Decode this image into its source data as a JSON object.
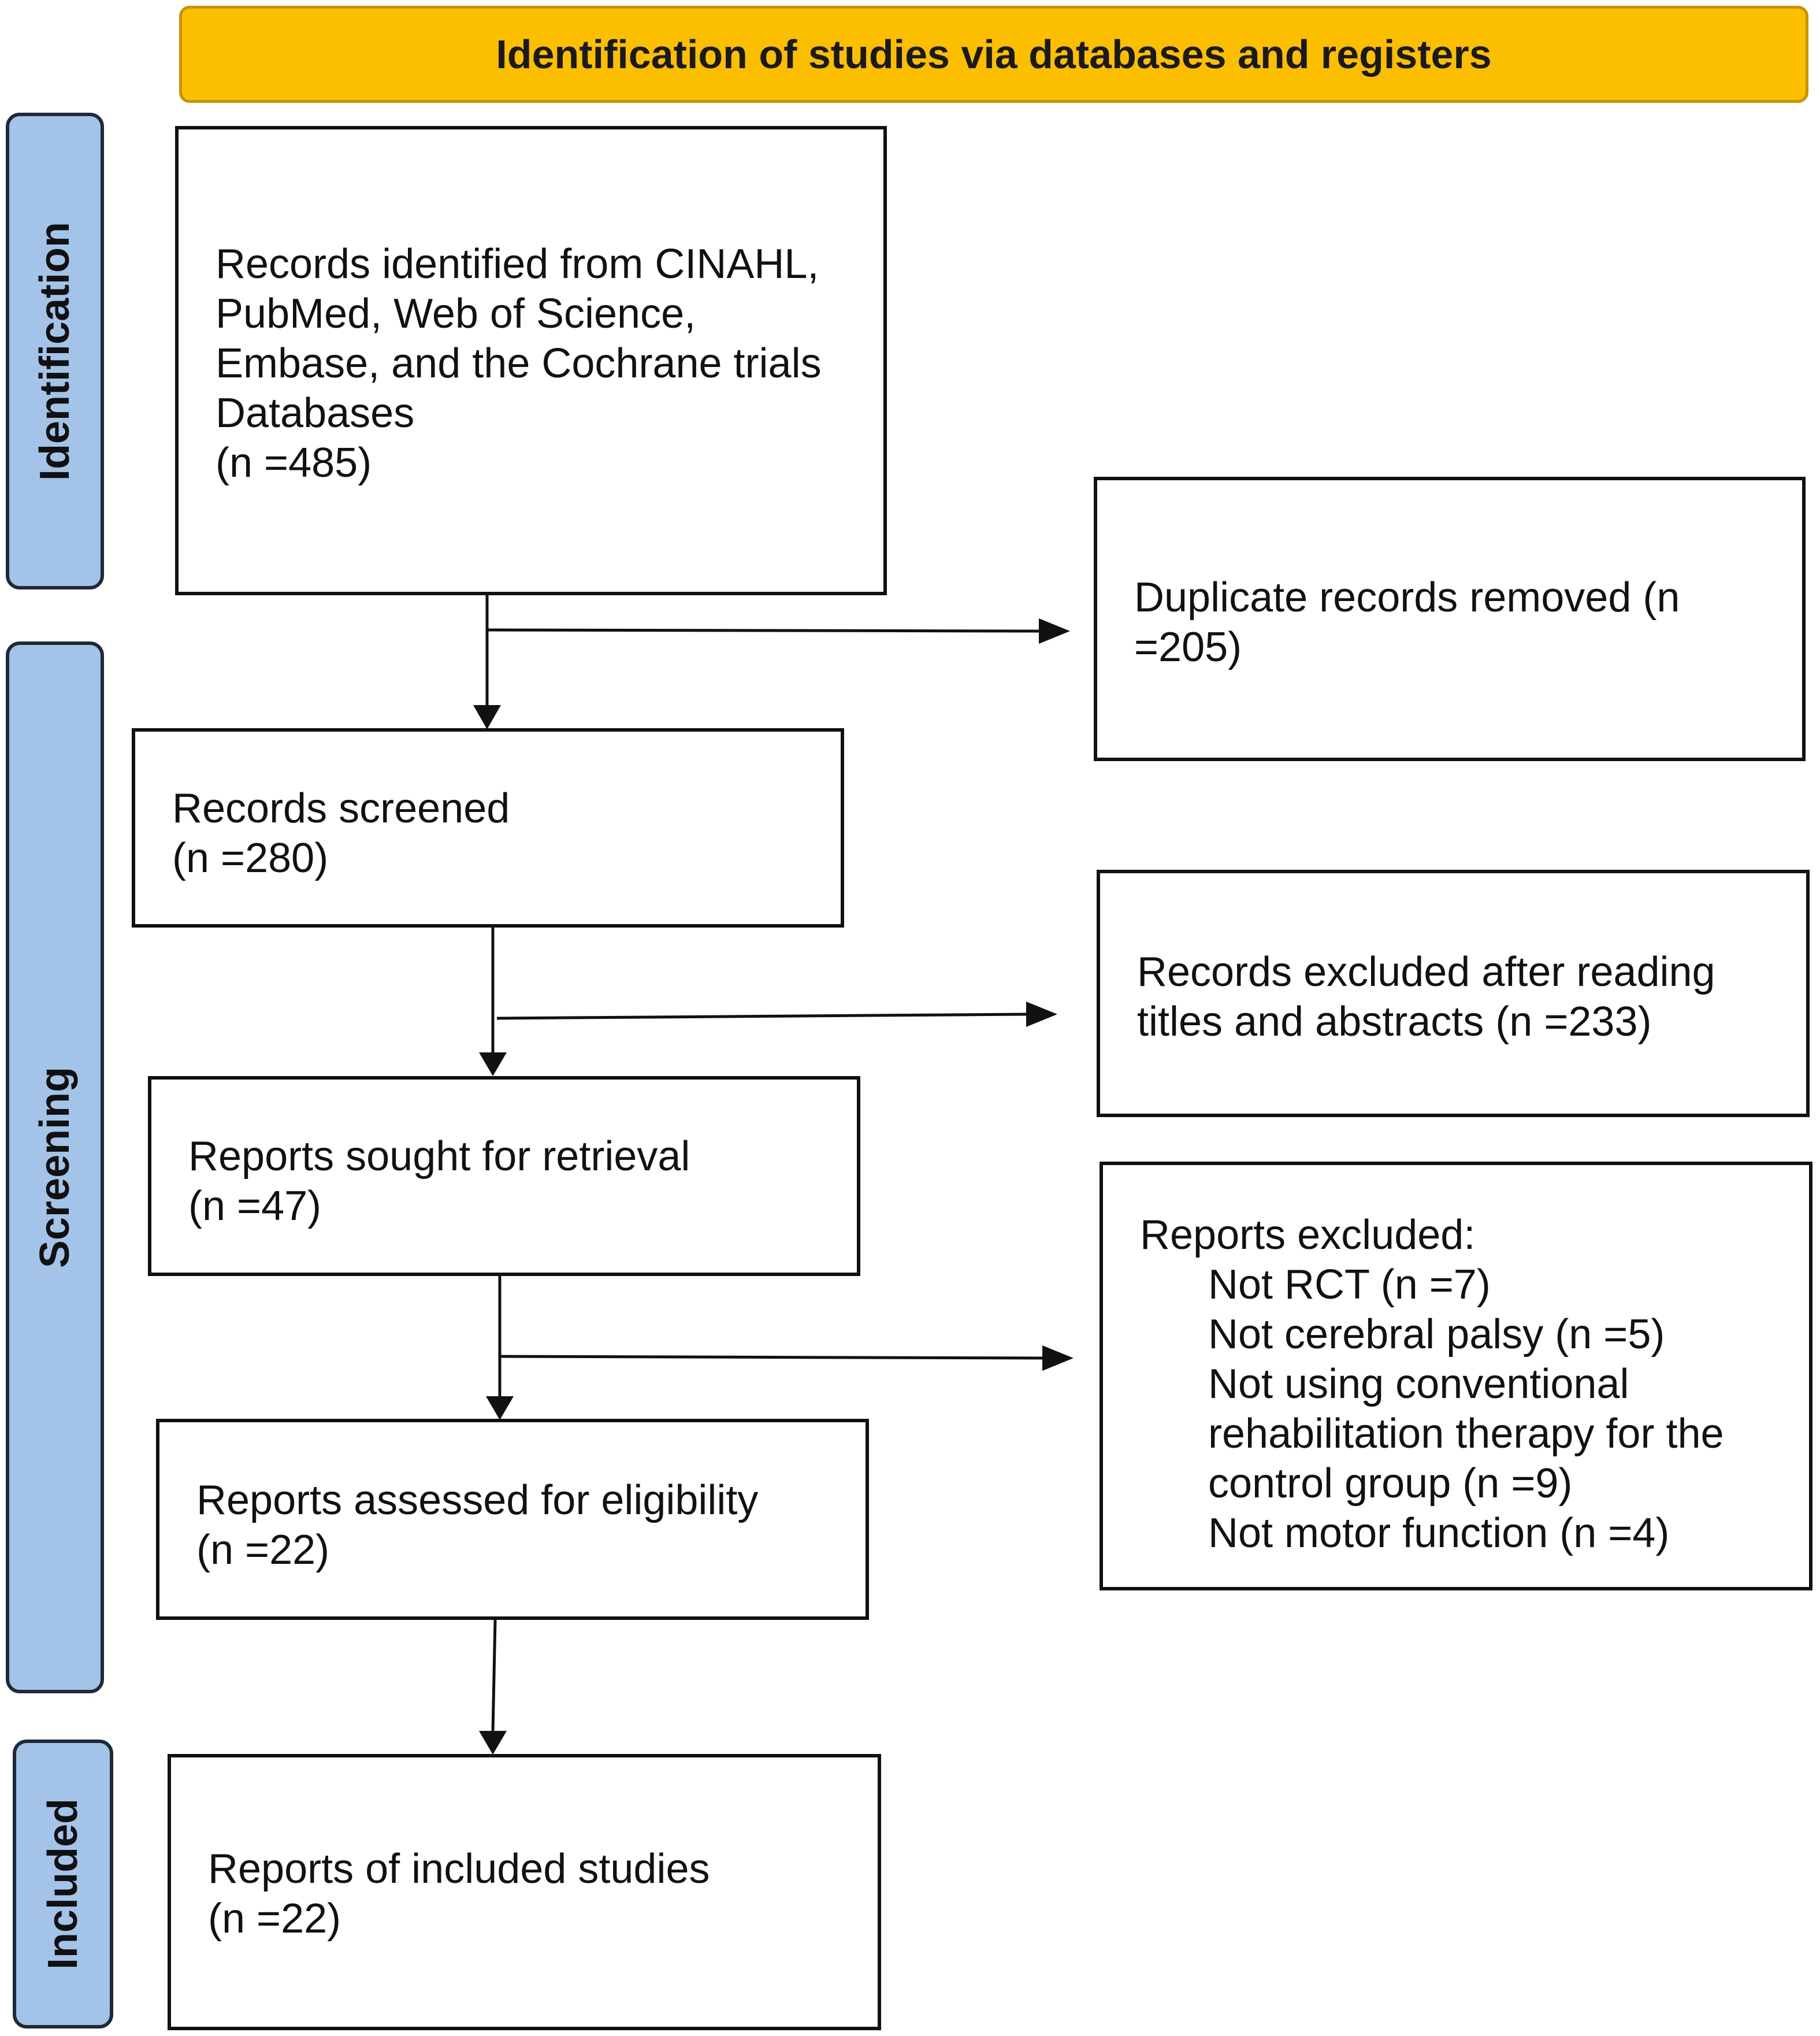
{
  "header": {
    "title": "Identification of studies via databases and registers"
  },
  "phases": {
    "identification": "Identification",
    "screening": "Screening",
    "included": "Included"
  },
  "boxes": {
    "records_identified": {
      "lines": [
        "Records identified from CINAHL,",
        "PubMed, Web of Science,",
        "Embase, and the Cochrane trials",
        "Databases",
        "(n =485)"
      ]
    },
    "duplicates_removed": {
      "lines": [
        "Duplicate records removed (n",
        "=205)"
      ]
    },
    "records_screened": {
      "lines": [
        "Records screened",
        "(n =280)"
      ]
    },
    "records_excluded": {
      "lines": [
        "Records excluded after reading",
        "titles and abstracts (n =233)"
      ]
    },
    "reports_sought": {
      "lines": [
        "Reports sought for retrieval",
        "(n =47)"
      ]
    },
    "reports_excluded": {
      "heading": "Reports excluded:",
      "items": [
        "Not RCT (n =7)",
        "Not cerebral palsy  (n =5)",
        "Not using conventional",
        "rehabilitation therapy for the",
        "control group  (n =9)",
        "Not motor function (n =4)"
      ]
    },
    "reports_assessed": {
      "lines": [
        "Reports assessed for eligibility",
        "(n =22)"
      ]
    },
    "reports_included": {
      "lines": [
        "Reports of included studies",
        "(n =22)"
      ]
    }
  },
  "colors": {
    "header_fill": "#fbbf00",
    "phase_fill": "#a4c3e8",
    "line": "#111111"
  }
}
